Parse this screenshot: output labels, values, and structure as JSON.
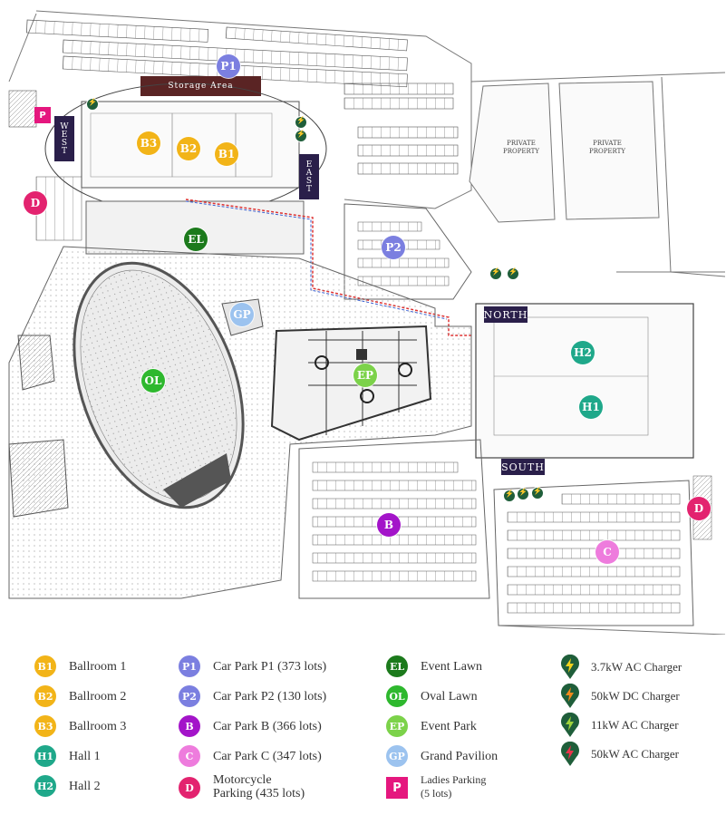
{
  "map": {
    "buildings": {
      "storage_area": "Storage Area",
      "west": "WEST",
      "east": "EAST",
      "north": "NORTH",
      "south": "SOUTH",
      "private_property_1": "PRIVATE\nPROPERTY",
      "private_property_2": "PRIVATE\nPROPERTY"
    },
    "markers": [
      {
        "code": "P1",
        "color": "#7b7fe0"
      },
      {
        "code": "B3",
        "color": "#f2b418"
      },
      {
        "code": "B2",
        "color": "#f2b418"
      },
      {
        "code": "B1",
        "color": "#f2b418"
      },
      {
        "code": "D",
        "color": "#e3236f"
      },
      {
        "code": "EL",
        "color": "#1c7a1c"
      },
      {
        "code": "P2",
        "color": "#7b7fe0"
      },
      {
        "code": "GP",
        "color": "#9cc3ef"
      },
      {
        "code": "OL",
        "color": "#2eb82e"
      },
      {
        "code": "EP",
        "color": "#7cd24a"
      },
      {
        "code": "H2",
        "color": "#1fa88a"
      },
      {
        "code": "H1",
        "color": "#1fa88a"
      },
      {
        "code": "B",
        "color": "#a314c9"
      },
      {
        "code": "D",
        "color": "#e3236f"
      },
      {
        "code": "C",
        "color": "#ee7cdd"
      }
    ],
    "ladies_parking_icon": "P"
  },
  "legend": {
    "col1": [
      {
        "code": "B1",
        "label": "Ballroom 1",
        "color": "#f2b418"
      },
      {
        "code": "B2",
        "label": "Ballroom 2",
        "color": "#f2b418"
      },
      {
        "code": "B3",
        "label": "Ballroom 3",
        "color": "#f2b418"
      },
      {
        "code": "H1",
        "label": "Hall 1",
        "color": "#1fa88a"
      },
      {
        "code": "H2",
        "label": "Hall 2",
        "color": "#1fa88a"
      }
    ],
    "col2": [
      {
        "code": "P1",
        "label": "Car Park P1 (373 lots)",
        "color": "#7b7fe0"
      },
      {
        "code": "P2",
        "label": "Car Park P2 (130 lots)",
        "color": "#7b7fe0"
      },
      {
        "code": "B",
        "label": "Car Park B (366 lots)",
        "color": "#a314c9"
      },
      {
        "code": "C",
        "label": "Car Park C (347 lots)",
        "color": "#ee7cdd"
      },
      {
        "code": "D",
        "label": "Motorcycle\nParking (435 lots)",
        "color": "#e3236f"
      }
    ],
    "col3": [
      {
        "code": "EL",
        "label": "Event Lawn",
        "color": "#1c7a1c"
      },
      {
        "code": "OL",
        "label": "Oval Lawn",
        "color": "#2eb82e"
      },
      {
        "code": "EP",
        "label": "Event Park",
        "color": "#7cd24a"
      },
      {
        "code": "GP",
        "label": "Grand Pavilion",
        "color": "#9cc3ef"
      }
    ],
    "ladies": {
      "icon": "P",
      "label": "Ladies Parking\n(5 lots)"
    },
    "chargers": [
      {
        "label": "3.7kW AC Charger",
        "bolt_color": "#f2d21c",
        "icon": "ev-charger-3-7kw-ac-icon"
      },
      {
        "label": "50kW DC Charger",
        "bolt_color": "#f28a1c",
        "icon": "ev-charger-50kw-dc-icon"
      },
      {
        "label": "11kW AC Charger",
        "bolt_color": "#9fd33c",
        "icon": "ev-charger-11kw-ac-icon"
      },
      {
        "label": "50kW AC Charger",
        "bolt_color": "#e8334a",
        "icon": "ev-charger-50kw-ac-icon"
      }
    ]
  }
}
